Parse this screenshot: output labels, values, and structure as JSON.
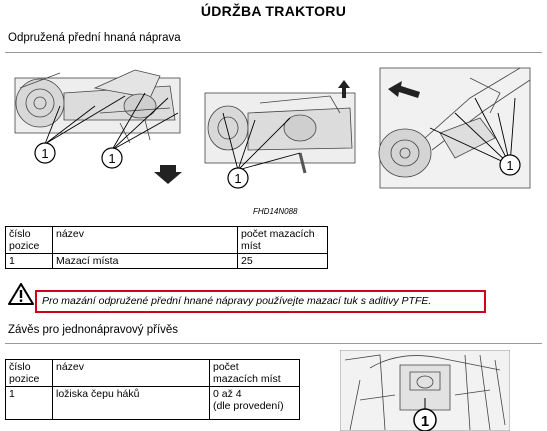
{
  "page": {
    "title": "ÚDRŽBA TRAKTORU"
  },
  "section1": {
    "heading": "Odpružená přední hnaná náprava",
    "callout_number": "1",
    "figure_code": "FHD14N088",
    "table": {
      "headers": [
        "číslo\npozice",
        "název",
        "počet mazacích\nmíst"
      ],
      "rows": [
        [
          "1",
          "Mazací místa",
          "25"
        ]
      ]
    },
    "warning": {
      "icon": "warning-triangle-icon",
      "text": "Pro mazání odpružené přední hnané nápravy používejte mazací tuk s aditivy PTFE.",
      "border_color": "#d0021b"
    }
  },
  "section2": {
    "heading": "Závěs pro jednonápravový přívěs",
    "callout_number": "1",
    "table": {
      "headers": [
        "číslo\npozice",
        "název",
        "počet\nmazacích míst"
      ],
      "rows": [
        [
          "1",
          "ložiska čepu háků",
          "0 až 4\n(dle provedení)"
        ]
      ]
    }
  }
}
